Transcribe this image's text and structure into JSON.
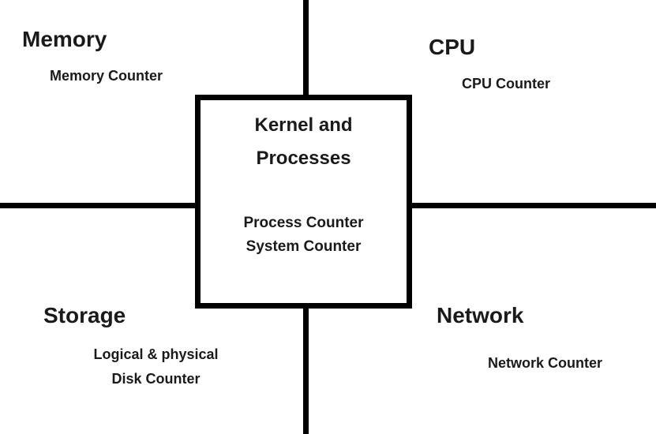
{
  "diagram": {
    "title_semantics": "OS performance counter quadrant diagram",
    "colors": {
      "background": "#ffffff",
      "line": "#000000",
      "text": "#1a1a1a"
    },
    "center_box": {
      "title_line1": "Kernel and",
      "title_line2": "Processes",
      "counter_line1": "Process Counter",
      "counter_line2": "System Counter"
    },
    "quadrants": {
      "top_left": {
        "title": "Memory",
        "subtitle": "Memory Counter"
      },
      "top_right": {
        "title": "CPU",
        "subtitle": "CPU Counter"
      },
      "bottom_left": {
        "title": "Storage",
        "subtitle_line1": "Logical & physical",
        "subtitle_line2": "Disk Counter"
      },
      "bottom_right": {
        "title": "Network",
        "subtitle": "Network Counter"
      }
    }
  }
}
